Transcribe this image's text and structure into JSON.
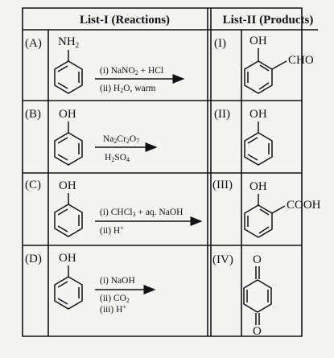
{
  "header": {
    "list_i": "List-I (Reactions)",
    "list_ii": "List-II (Products)"
  },
  "rows": [
    {
      "id": "(A)",
      "substituent": "NH2",
      "reagents": [
        "(i) NaNO2 + HCl",
        "(ii) H2O, warm"
      ],
      "product_id": "(I)",
      "product_groups": [
        "OH",
        "CHO"
      ]
    },
    {
      "id": "(B)",
      "substituent": "OH",
      "reagents": [
        "Na2Cr2O7",
        "H2SO4"
      ],
      "product_id": "(II)",
      "product_groups": [
        "OH"
      ]
    },
    {
      "id": "(C)",
      "substituent": "OH",
      "reagents": [
        "(i) CHCl3 + aq. NaOH",
        "(ii) H+"
      ],
      "product_id": "(III)",
      "product_groups": [
        "OH",
        "COOH"
      ]
    },
    {
      "id": "(D)",
      "substituent": "OH",
      "reagents": [
        "(i) NaOH",
        "(ii) CO2",
        "(iii) H+"
      ],
      "product_id": "(IV)",
      "product_groups": [
        "O",
        "O"
      ]
    }
  ]
}
